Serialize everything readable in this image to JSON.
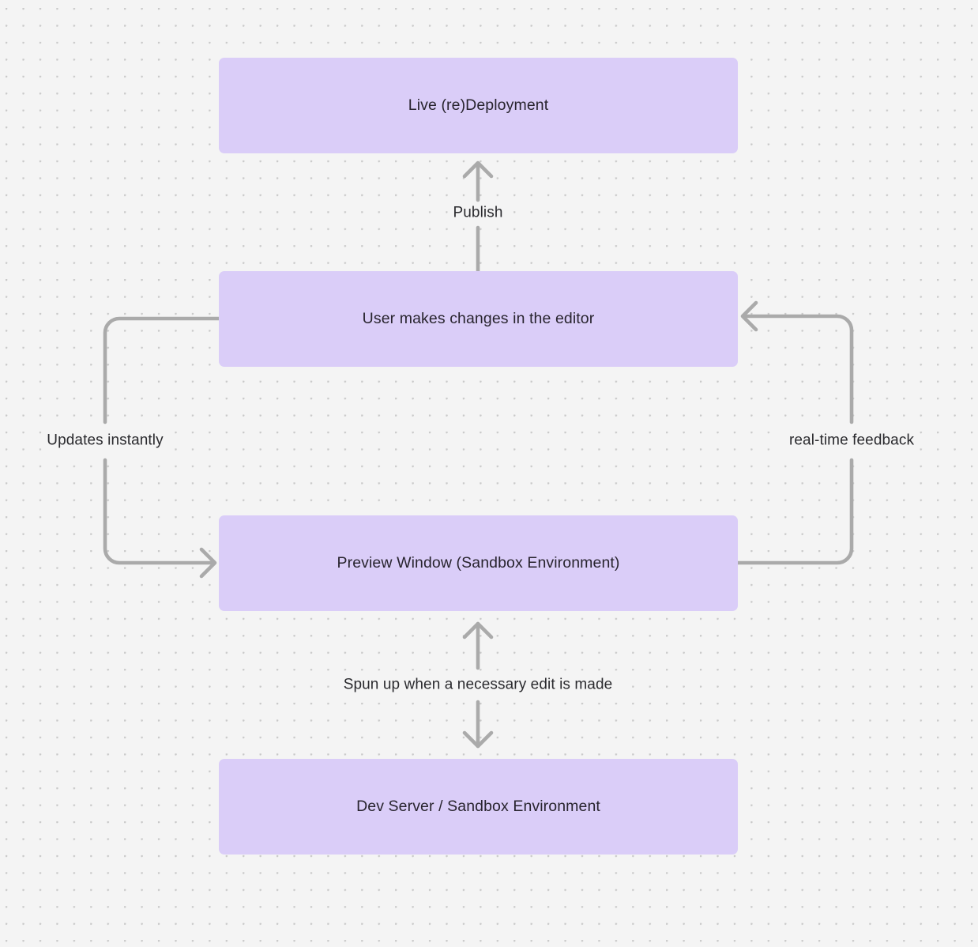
{
  "diagram": {
    "title": "Live redeployment preview loop flowchart",
    "background_color": "#f4f4f4",
    "node_fill_color": "#dacdf8",
    "node_text_color": "#28242e",
    "edge_color": "#aaaaaa",
    "nodes": [
      {
        "id": "live",
        "label": "Live (re)Deployment"
      },
      {
        "id": "user",
        "label": "User makes changes in the editor"
      },
      {
        "id": "preview",
        "label": "Preview Window (Sandbox Environment)"
      },
      {
        "id": "devserver",
        "label": "Dev Server / Sandbox Environment"
      }
    ],
    "edges": [
      {
        "id": "publish",
        "label": "Publish",
        "from": "user",
        "to": "live",
        "direction": "up"
      },
      {
        "id": "updates",
        "label": "Updates instantly",
        "from": "user",
        "to": "preview",
        "direction": "left-loop"
      },
      {
        "id": "realtime",
        "label": "real-time feedback",
        "from": "preview",
        "to": "user",
        "direction": "right-loop"
      },
      {
        "id": "spun",
        "label": "Spun up when a necessary edit is made",
        "from": "preview",
        "to": "devserver",
        "direction": "bidirectional"
      }
    ]
  }
}
